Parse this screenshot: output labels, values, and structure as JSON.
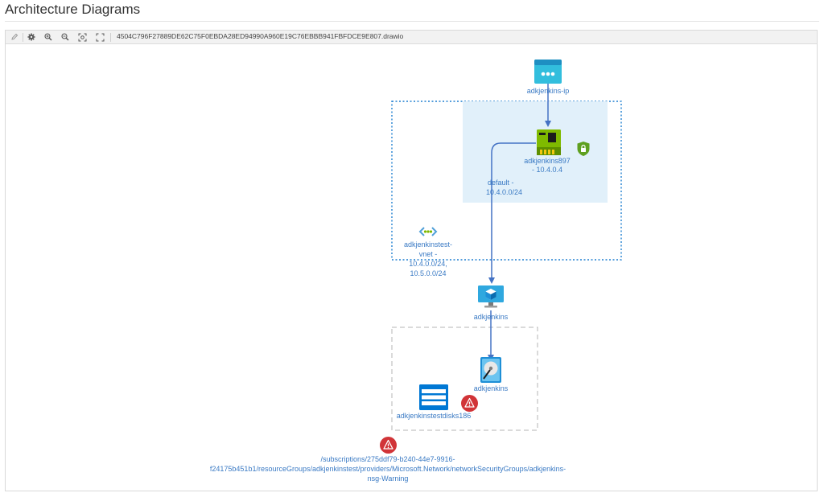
{
  "page": {
    "title": "Architecture Diagrams"
  },
  "toolbar": {
    "file_name": "4504C796F27889DE62C75F0EBDA28ED94990A960E19C76EBBB941FBFDCE9E807.drawio",
    "buttons": [
      "edit-icon",
      "gear-icon",
      "zoom-in-icon",
      "zoom-out-icon",
      "fit-icon",
      "fullscreen-icon"
    ]
  },
  "diagram": {
    "public_ip": {
      "label": "adkjenkins-ip"
    },
    "nic": {
      "label_line1": "adkjenkins897",
      "label_line2": "- 10.4.0.4"
    },
    "subnet": {
      "label_line1": "default -",
      "label_line2": "10.4.0.0/24"
    },
    "vnet": {
      "label_line1": "adkjenkinstest-",
      "label_line2": "vnet -",
      "label_line3": "10.4.0.0/24,",
      "label_line4": "10.5.0.0/24"
    },
    "vm": {
      "label": "adkjenkins"
    },
    "disk": {
      "label": "adkjenkins"
    },
    "storage": {
      "label": "adkjenkinstestdisks186"
    },
    "nsg_warning": {
      "line1": "/subscriptions/275ddf79-b240-44e7-9916-",
      "line2": "f24175b451b1/resourceGroups/adkjenkinstest/providers/Microsoft.Network/networkSecurityGroups/adkjenkins-",
      "line3": "nsg-Warning"
    }
  },
  "colors": {
    "link_blue": "#3a7ac4",
    "arrow_blue": "#4472c4",
    "subnet_fill": "#e1f0fa",
    "azure_blue": "#0078d4",
    "nic_green": "#7fba00",
    "warning_red": "#d13438",
    "shield_green": "#5ea01f"
  }
}
